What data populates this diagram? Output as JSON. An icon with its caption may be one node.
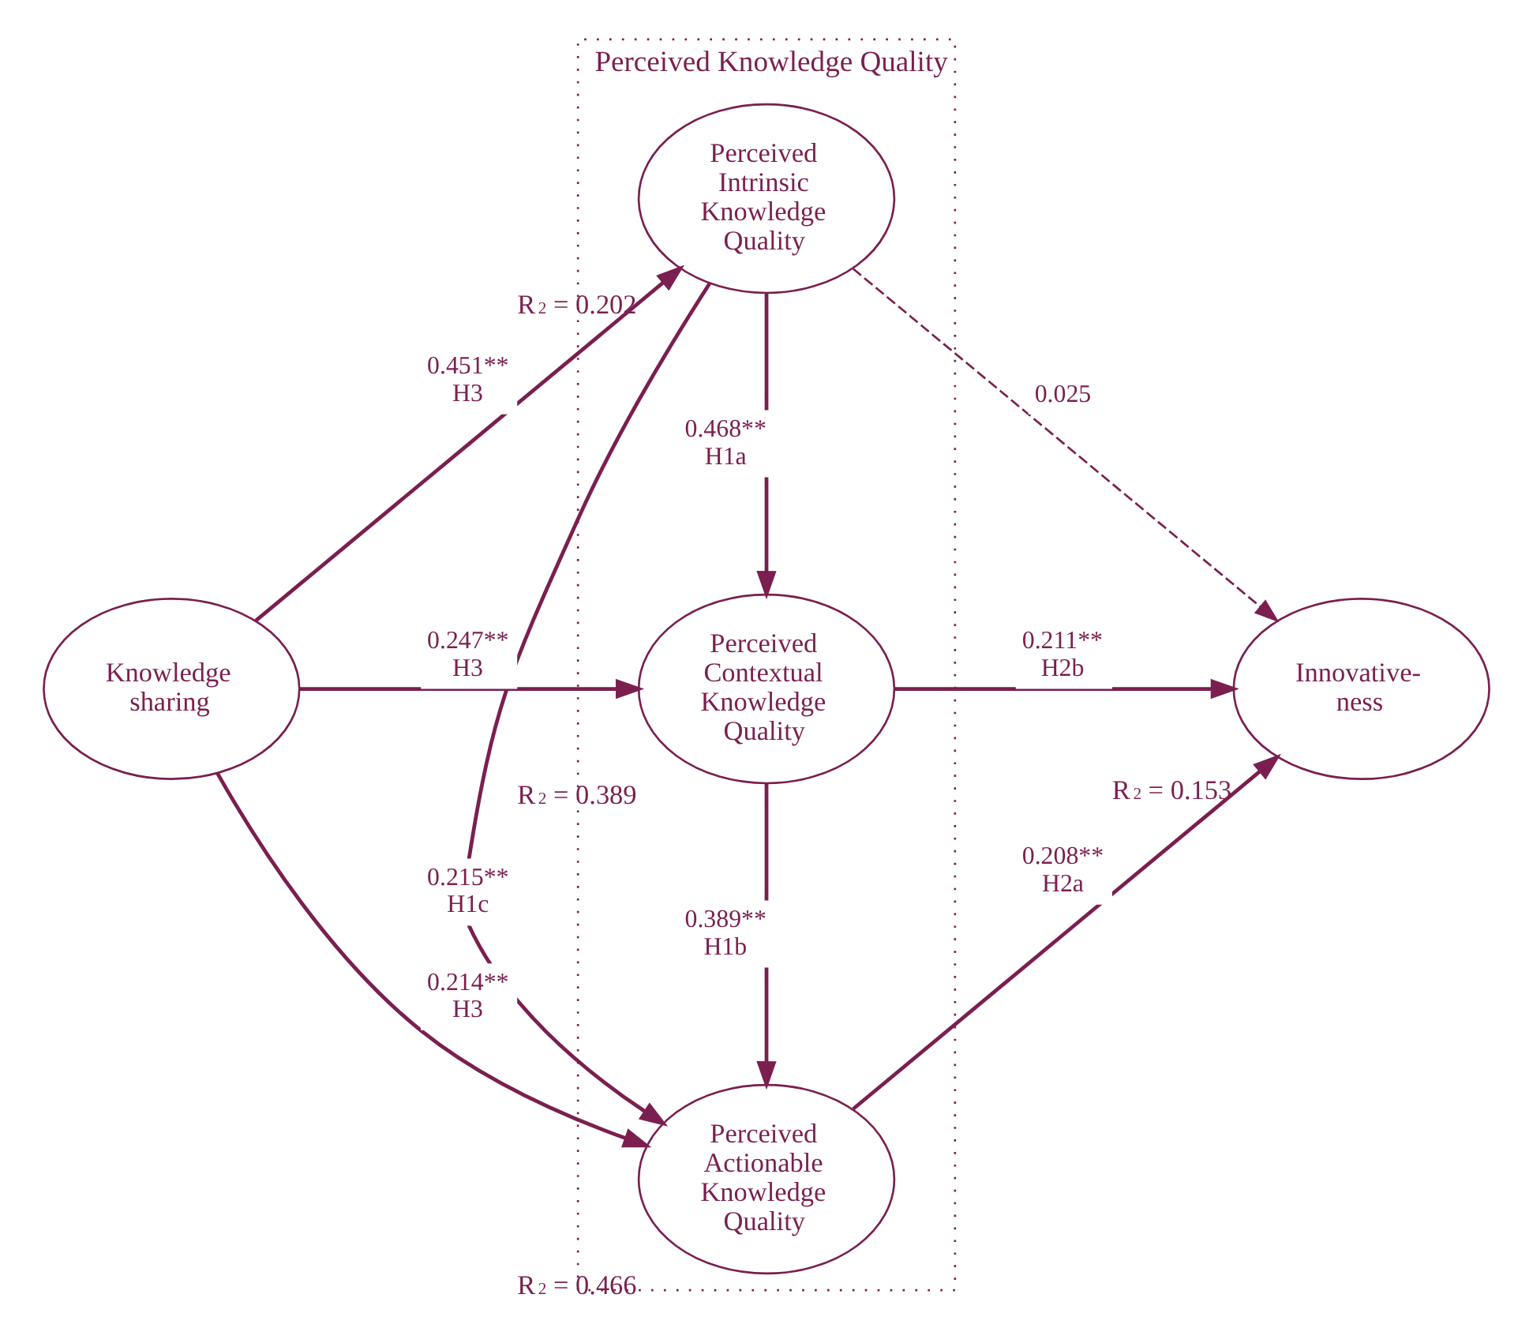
{
  "diagram": {
    "nodes": [
      {
        "text": [
          "Perceived Knowledge Quality"
        ]
      },
      {
        "text": [
          "Perceived Intrinsic Knowledge Quality"
        ],
        "in": 0,
        "beside": [
          "R$^{2}$ = 0.202"
        ]
      },
      {
        "text": [
          "Perceived Contextual Knowledge Quality"
        ],
        "in": 0,
        "beside": [
          "R$^{2}$ = 0.389"
        ]
      },
      {
        "text": [
          "Perceived Actionable Knowledge Quality"
        ],
        "in": 0,
        "beside": [
          "R$^{2}$ = 0.466"
        ]
      },
      {
        "text": [
          "Knowledge sharing"
        ]
      },
      {
        "text": [
          "Innovative- ness"
        ],
        "beside": [
          "R$^{2}$ = 0.153"
        ]
      }
    ],
    "edges": [
      {
        "from": 4,
        "to": 1,
        "arrow": "to",
        "label": "0.451** H3"
      },
      {
        "from": 4,
        "to": 2,
        "arrow": "to",
        "label": "0.247** H3"
      },
      {
        "from": 4,
        "to": 3,
        "arrow": "to",
        "label": "0.214** H3"
      },
      {
        "from": 1,
        "to": 2,
        "arrow": "to",
        "label": "0.468** H1a"
      },
      {
        "from": 1,
        "to": 3,
        "arrow": "to",
        "label": "0.215** H1c"
      },
      {
        "from": 2,
        "to": 3,
        "arrow": "to",
        "label": "0.389** H1b"
      },
      {
        "from": 1,
        "to": 5,
        "arrow": "to",
        "label": "0.025",
        "style": "dashed"
      },
      {
        "from": 2,
        "to": 5,
        "arrow": "to",
        "label": "0.211** H2b"
      },
      {
        "from": 3,
        "to": 5,
        "arrow": "to",
        "label": "0.208** H2a"
      }
    ]
  }
}
